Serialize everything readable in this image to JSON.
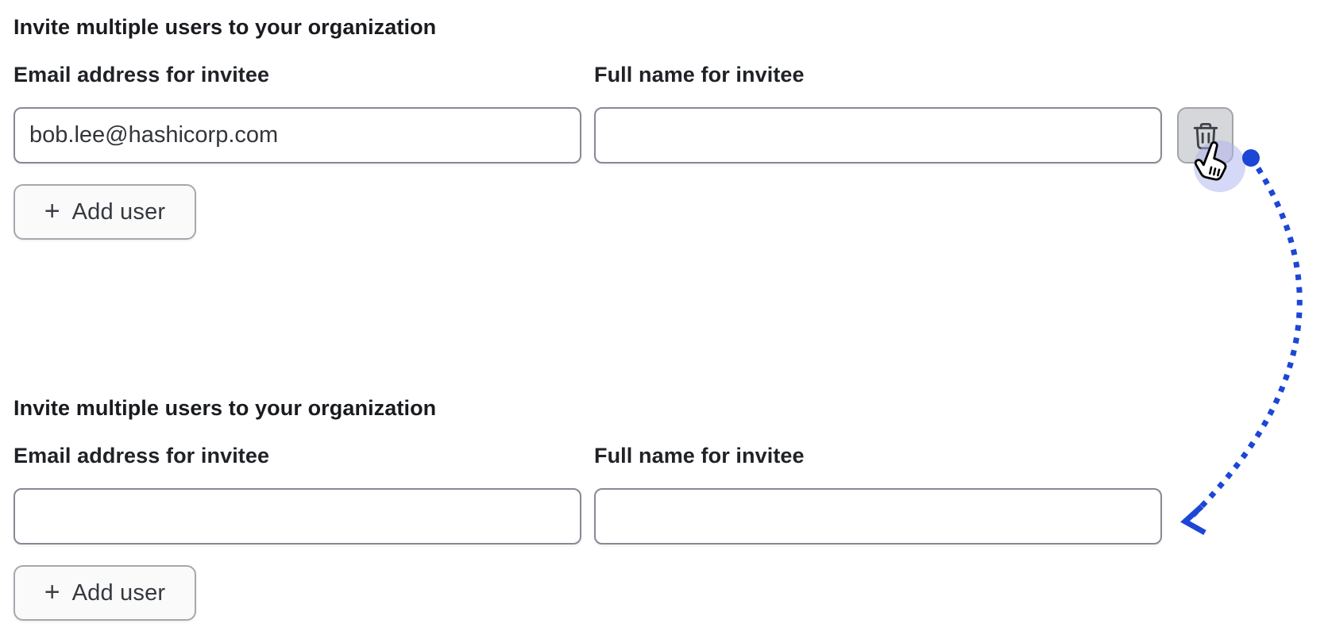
{
  "page": {
    "background": "#ffffff"
  },
  "sections": [
    {
      "heading": "Invite multiple users to your organization",
      "email_label": "Email address for invitee",
      "name_label": "Full name for invitee",
      "email_value": "bob.lee@hashicorp.com",
      "name_value": "",
      "plus_glyph": "+",
      "add_user_label": "Add user",
      "delete_icon": "trash-icon"
    },
    {
      "heading": "Invite multiple users to your organization",
      "email_label": "Email address for invitee",
      "name_label": "Full name for invitee",
      "email_value": "",
      "name_value": "",
      "plus_glyph": "+",
      "add_user_label": "Add user"
    }
  ],
  "annotations": {
    "cursor_icon": "hand-pointer-icon",
    "arrow_color": "#1b46d6",
    "halo_color": "rgba(172,178,238,0.5)",
    "trash_icon_color": "#3e4148"
  }
}
